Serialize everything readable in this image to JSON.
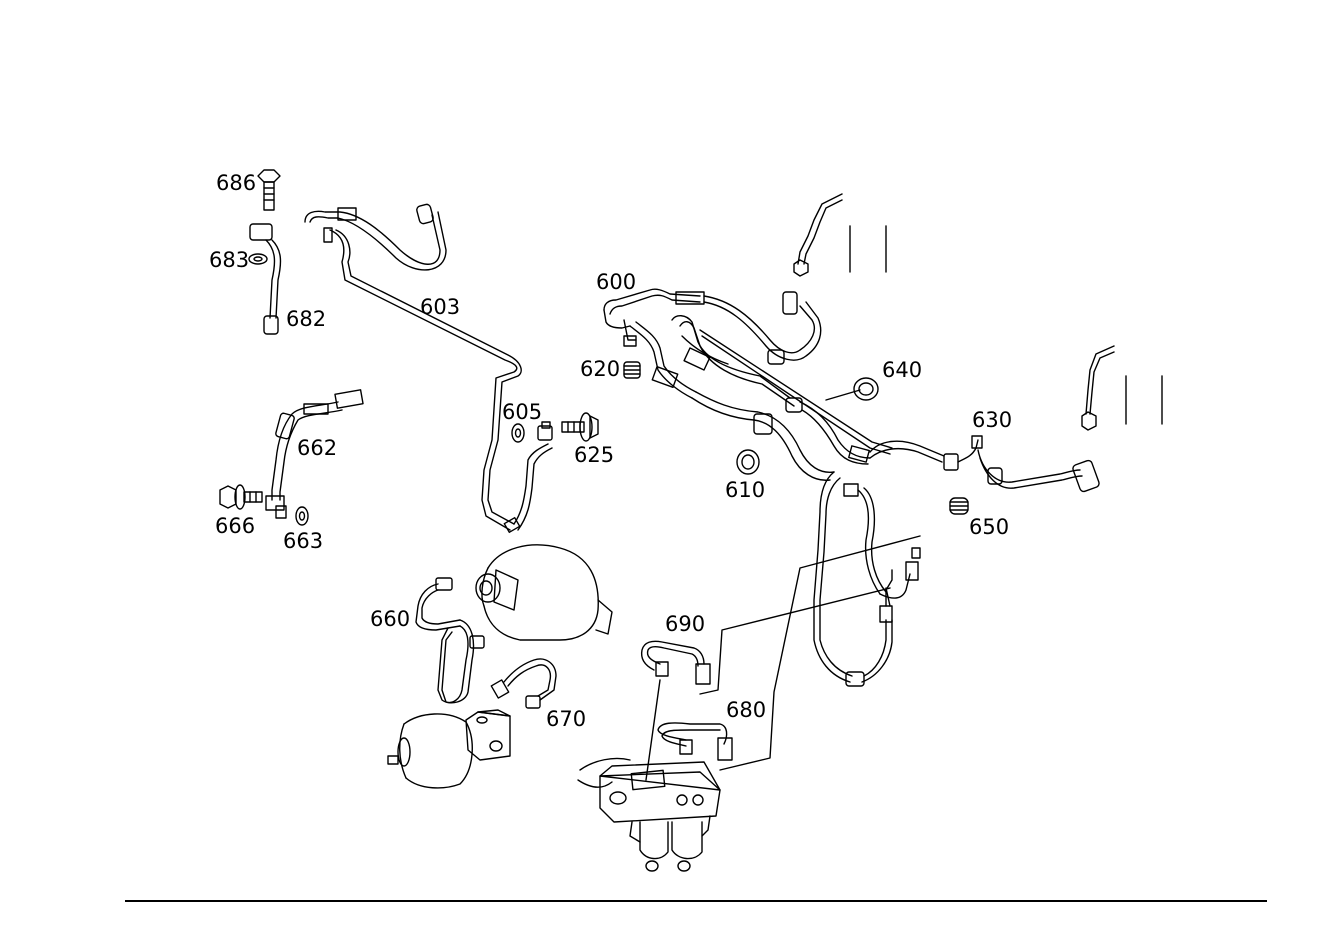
{
  "callouts": {
    "c686": "686",
    "c683": "683",
    "c682": "682",
    "c603": "603",
    "c600": "600",
    "c620": "620",
    "c640": "640",
    "c605": "605",
    "c625": "625",
    "c630": "630",
    "c610": "610",
    "c662": "662",
    "c650": "650",
    "c666": "666",
    "c663": "663",
    "c660": "660",
    "c690": "690",
    "c670": "670",
    "c680": "680"
  },
  "colors": {
    "line": "#000000",
    "background": "#ffffff"
  }
}
